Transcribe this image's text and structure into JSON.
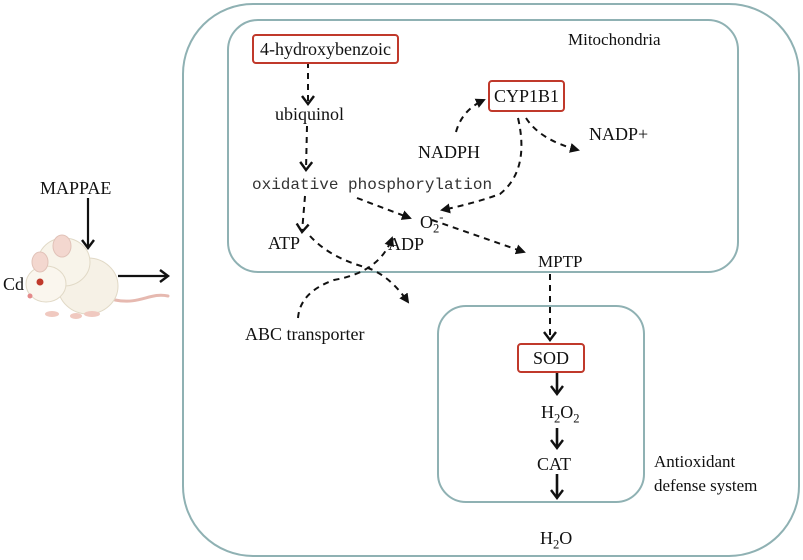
{
  "labels": {
    "mitochondria": "Mitochondria",
    "hydroxybenzoic": "4-hydroxybenzoic",
    "ubiquinol": "ubiquinol",
    "cyp1b1": "CYP1B1",
    "nadph": "NADPH",
    "nadp_plus": "NADP+",
    "oxphos": "oxidative phosphorylation",
    "o2": "O",
    "o2_sub": "2",
    "o2_sup": "-",
    "atp": "ATP",
    "adp": "ADP",
    "mptp": "MPTP",
    "mappae": "MAPPAE",
    "cd": "Cd",
    "abc_transporter": "ABC transporter",
    "sod": "SOD",
    "h2o2_h": "H",
    "h2o2_2a": "2",
    "h2o2_o": "O",
    "h2o2_2b": "2",
    "cat": "CAT",
    "antioxidant_line1": "Antioxidant",
    "antioxidant_line2": "defense system",
    "h2o_h": "H",
    "h2o_2": "2",
    "h2o_o": "O"
  },
  "colors": {
    "compartment_border": "#8fb1b3",
    "highlight_border": "#c0392b",
    "arrow": "#111111"
  },
  "icons": {
    "mouse": "white-rat-illustration"
  }
}
